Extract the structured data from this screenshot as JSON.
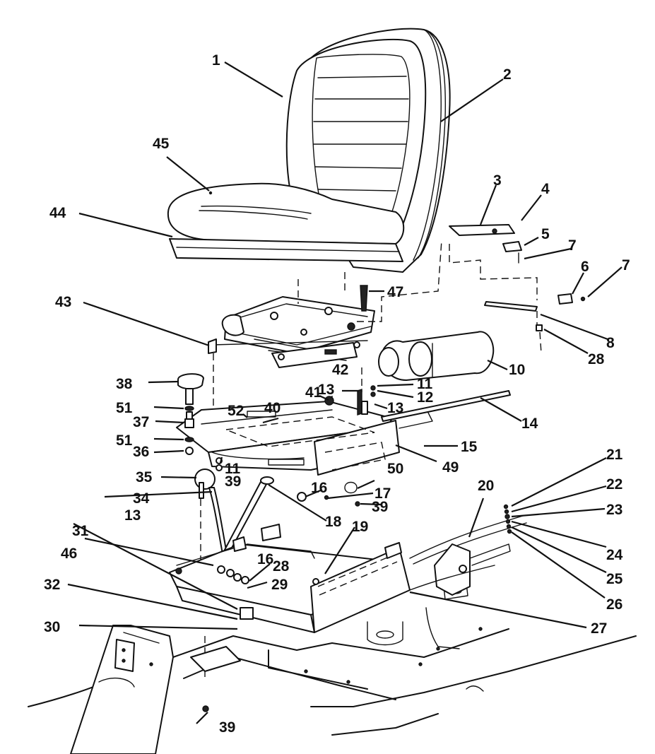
{
  "callouts": [
    {
      "id": "c1",
      "text": "1"
    },
    {
      "id": "c2",
      "text": "2"
    },
    {
      "id": "c3",
      "text": "3"
    },
    {
      "id": "c4",
      "text": "4"
    },
    {
      "id": "c5",
      "text": "5"
    },
    {
      "id": "c6",
      "text": "6"
    },
    {
      "id": "c7a",
      "text": "7"
    },
    {
      "id": "c7b",
      "text": "7"
    },
    {
      "id": "c8",
      "text": "8"
    },
    {
      "id": "c10",
      "text": "10"
    },
    {
      "id": "c11a",
      "text": "11"
    },
    {
      "id": "c11b",
      "text": "11"
    },
    {
      "id": "c12",
      "text": "12"
    },
    {
      "id": "c13a",
      "text": "13"
    },
    {
      "id": "c13b",
      "text": "13"
    },
    {
      "id": "c13c",
      "text": "13"
    },
    {
      "id": "c14",
      "text": "14"
    },
    {
      "id": "c15",
      "text": "15"
    },
    {
      "id": "c16a",
      "text": "16"
    },
    {
      "id": "c16b",
      "text": "16"
    },
    {
      "id": "c17",
      "text": "17"
    },
    {
      "id": "c18",
      "text": "18"
    },
    {
      "id": "c19",
      "text": "19"
    },
    {
      "id": "c20",
      "text": "20"
    },
    {
      "id": "c21",
      "text": "21"
    },
    {
      "id": "c22",
      "text": "22"
    },
    {
      "id": "c23",
      "text": "23"
    },
    {
      "id": "c24",
      "text": "24"
    },
    {
      "id": "c25",
      "text": "25"
    },
    {
      "id": "c26",
      "text": "26"
    },
    {
      "id": "c27",
      "text": "27"
    },
    {
      "id": "c28a",
      "text": "28"
    },
    {
      "id": "c28b",
      "text": "28"
    },
    {
      "id": "c29",
      "text": "29"
    },
    {
      "id": "c30",
      "text": "30"
    },
    {
      "id": "c31",
      "text": "31"
    },
    {
      "id": "c32",
      "text": "32"
    },
    {
      "id": "c34",
      "text": "34"
    },
    {
      "id": "c35",
      "text": "35"
    },
    {
      "id": "c36",
      "text": "36"
    },
    {
      "id": "c37",
      "text": "37"
    },
    {
      "id": "c38",
      "text": "38"
    },
    {
      "id": "c39a",
      "text": "39"
    },
    {
      "id": "c39b",
      "text": "39"
    },
    {
      "id": "c39c",
      "text": "39"
    },
    {
      "id": "c40",
      "text": "40"
    },
    {
      "id": "c41",
      "text": "41"
    },
    {
      "id": "c42",
      "text": "42"
    },
    {
      "id": "c43",
      "text": "43"
    },
    {
      "id": "c44",
      "text": "44"
    },
    {
      "id": "c45",
      "text": "45"
    },
    {
      "id": "c46",
      "text": "46"
    },
    {
      "id": "c47",
      "text": "47"
    },
    {
      "id": "c49",
      "text": "49"
    },
    {
      "id": "c50",
      "text": "50"
    },
    {
      "id": "c51a",
      "text": "51"
    },
    {
      "id": "c51b",
      "text": "51"
    },
    {
      "id": "c52",
      "text": "52"
    }
  ]
}
